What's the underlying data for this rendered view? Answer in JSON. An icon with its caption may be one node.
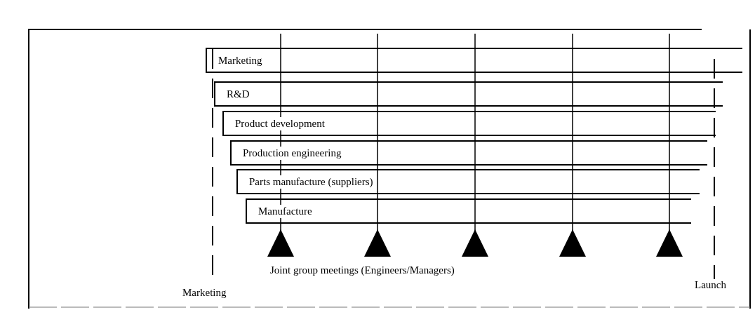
{
  "diagram": {
    "nodes": [
      {
        "text": [
          "Marketing"
        ]
      },
      {
        "text": [
          "R&D"
        ]
      },
      {
        "text": [
          "Product development"
        ]
      },
      {
        "text": [
          "Production engineering"
        ]
      },
      {
        "text": [
          "Parts manufacture (suppliers)"
        ]
      },
      {
        "text": [
          "Manufacture"
        ]
      }
    ],
    "labels": [
      "Joint group meetings (Engineers/Managers)",
      "Marketing",
      "Launch"
    ]
  }
}
